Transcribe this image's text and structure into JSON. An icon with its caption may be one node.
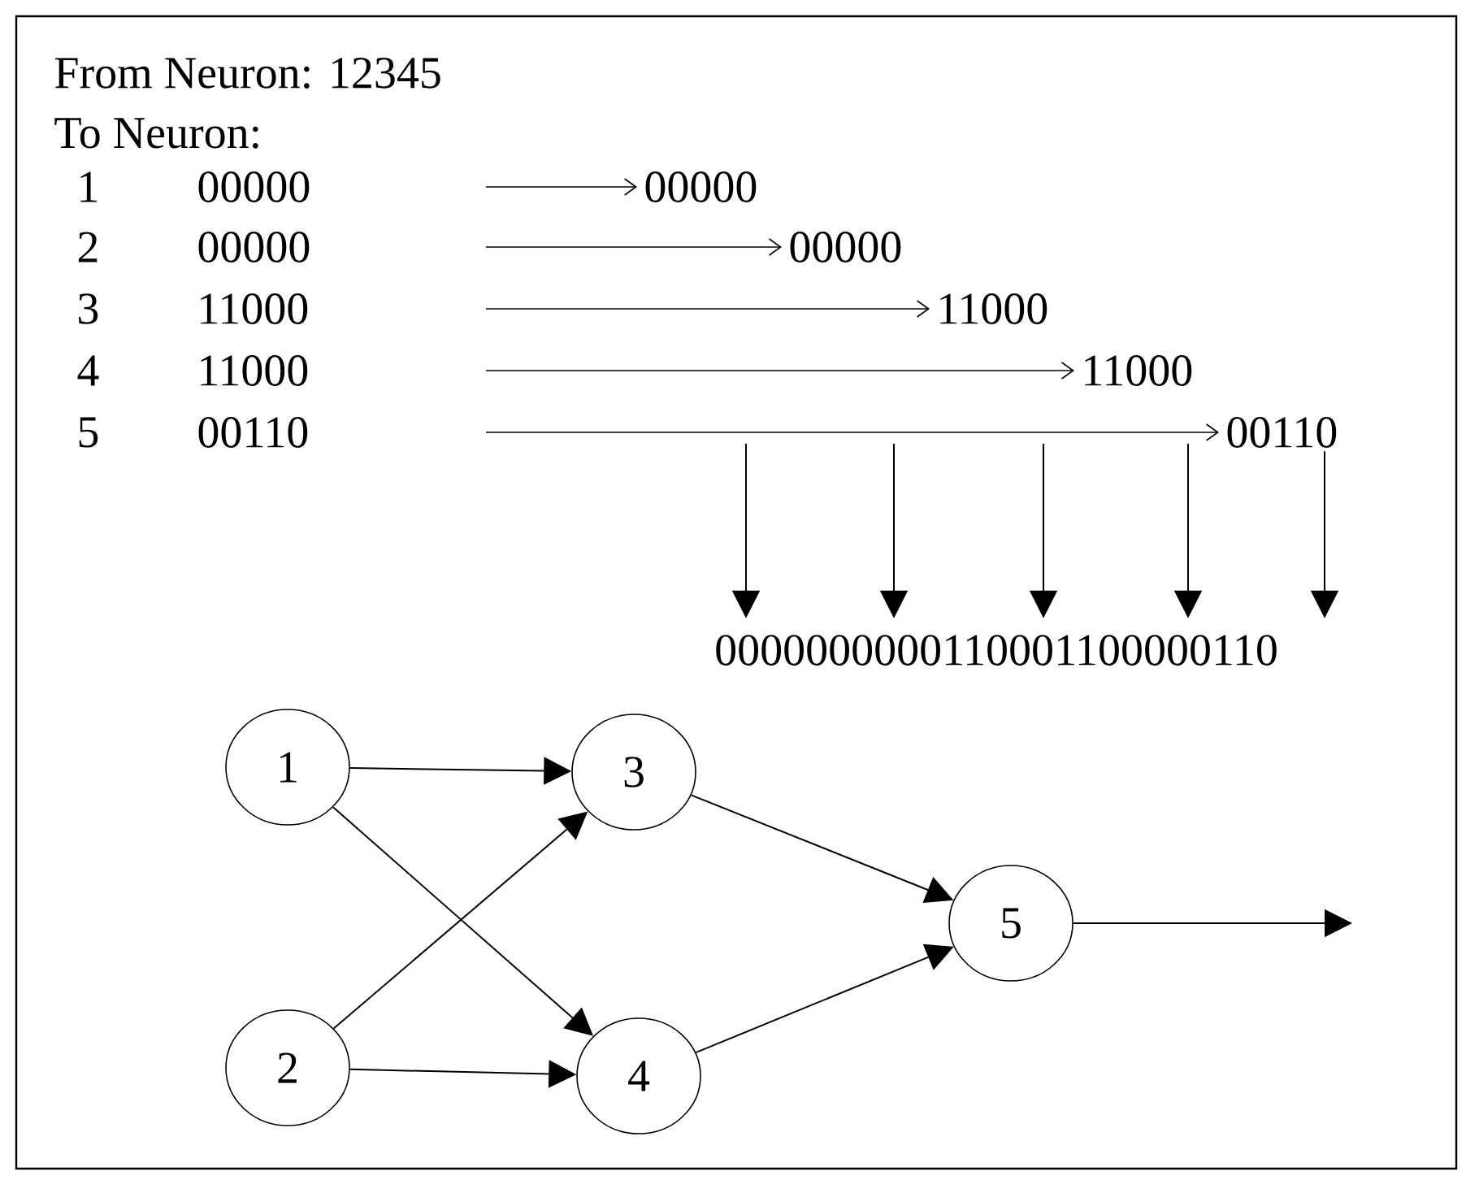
{
  "diagram": {
    "nodes": [
      {
        "text": [
          "00000"
        ]
      },
      {
        "text": [
          "00000"
        ]
      },
      {
        "text": [
          "11000"
        ]
      },
      {
        "text": [
          "11000"
        ]
      },
      {
        "text": [
          "00110"
        ]
      },
      {
        "text": [
          "0000000000110001100000110"
        ]
      },
      {
        "text": [
          "1"
        ]
      },
      {
        "text": [
          "2"
        ]
      },
      {
        "text": [
          "3"
        ]
      },
      {
        "text": [
          "4"
        ]
      },
      {
        "text": [
          "5"
        ]
      }
    ],
    "edges": [
      {
        "from": null,
        "to": 0,
        "arrow": "to"
      },
      {
        "from": null,
        "to": 1,
        "arrow": "to"
      },
      {
        "from": null,
        "to": 2,
        "arrow": "to"
      },
      {
        "from": null,
        "to": 3,
        "arrow": "to"
      },
      {
        "from": null,
        "to": 4,
        "arrow": "to"
      },
      {
        "from": null,
        "to": 5,
        "arrow": "to"
      },
      {
        "from": null,
        "to": 5,
        "arrow": "to"
      },
      {
        "from": null,
        "to": 5,
        "arrow": "to"
      },
      {
        "from": null,
        "to": 5,
        "arrow": "to"
      },
      {
        "from": 4,
        "to": 5,
        "arrow": "to"
      },
      {
        "from": 6,
        "to": 8,
        "arrow": "to"
      },
      {
        "from": 6,
        "to": 9,
        "arrow": "to"
      },
      {
        "from": 7,
        "to": 8,
        "arrow": "to"
      },
      {
        "from": 7,
        "to": 9,
        "arrow": "to"
      },
      {
        "from": 8,
        "to": 10,
        "arrow": "to"
      },
      {
        "from": 9,
        "to": 10,
        "arrow": "to"
      },
      {
        "from": 10,
        "to": null,
        "arrow": "to"
      }
    ],
    "labels": [
      "From Neuron: 12345",
      "To Neuron:",
      "1",
      "00000",
      "2",
      "00000",
      "3",
      "11000",
      "4",
      "11000",
      "5",
      "00110"
    ]
  }
}
